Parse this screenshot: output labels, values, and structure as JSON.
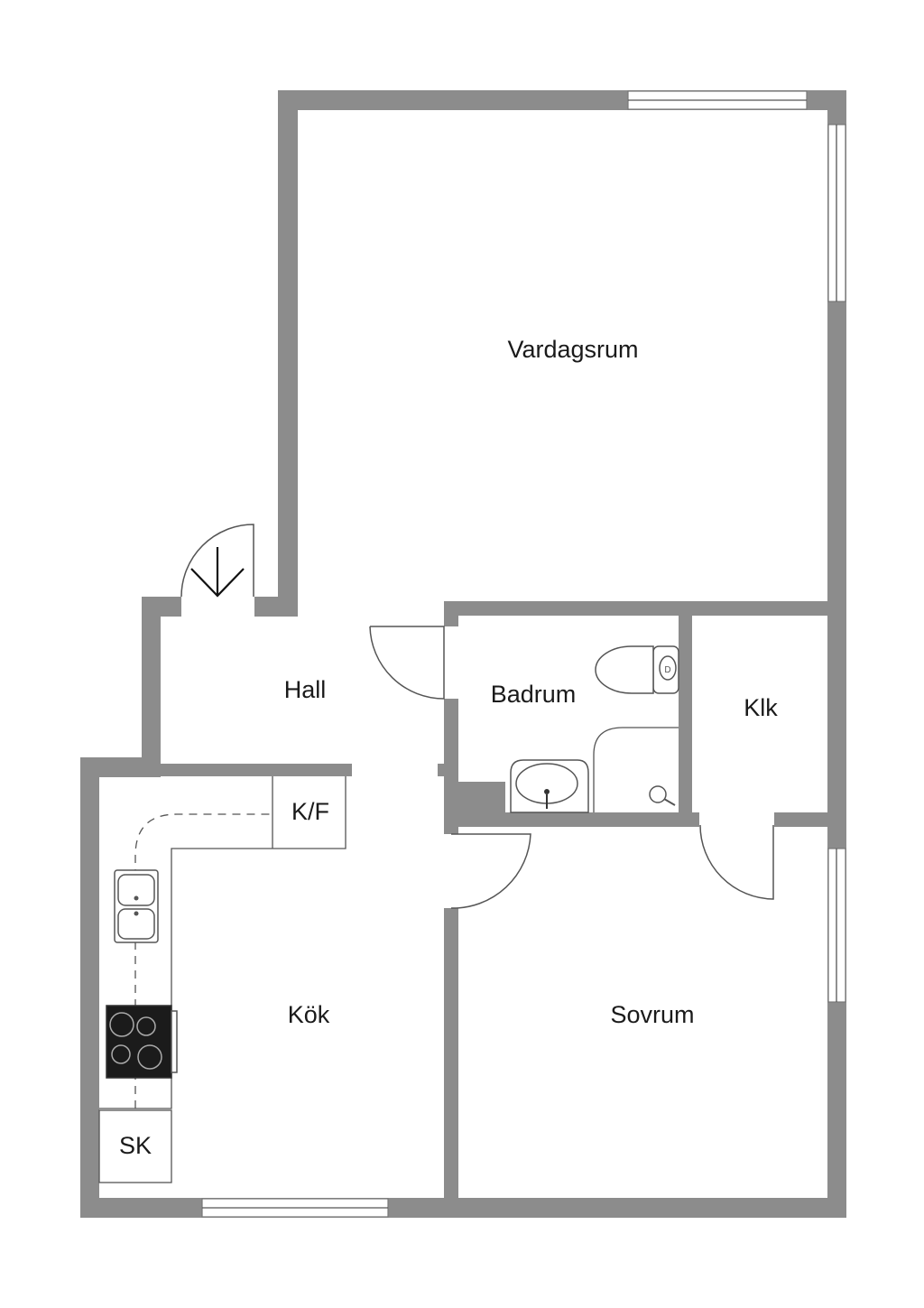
{
  "colors": {
    "wall": "#8c8c8c",
    "stove": "#1b1b1b"
  },
  "rooms": {
    "vardagsrum": "Vardagsrum",
    "hall": "Hall",
    "badrum": "Badrum",
    "klk": "Klk",
    "kf": "K/F",
    "kok": "Kök",
    "sovrum": "Sovrum",
    "sk": "SK"
  },
  "icons": {
    "entrance": "entrance-arrow-icon",
    "sink": "kitchen-sink-icon",
    "stove": "stove-icon",
    "toilet": "toilet-icon",
    "washbasin": "washbasin-icon",
    "shower": "shower-icon"
  }
}
